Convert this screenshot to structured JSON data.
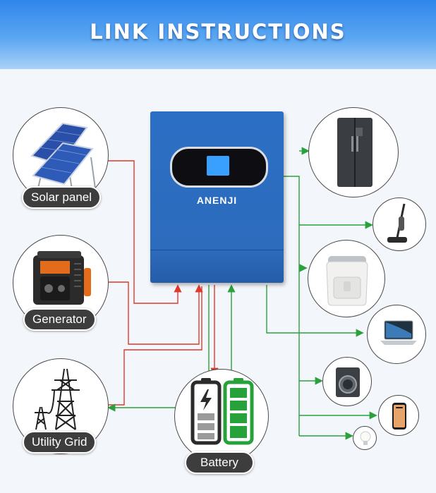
{
  "header": {
    "title": "LINK INSTRUCTIONS"
  },
  "inverter": {
    "brand": "ANENJI"
  },
  "sources": [
    {
      "label": "Solar panel"
    },
    {
      "label": "Generator"
    },
    {
      "label": "Utility Grid"
    }
  ],
  "storage": {
    "label": "Battery"
  },
  "loads": [
    {
      "icon": "refrigerator-icon"
    },
    {
      "icon": "vacuum-cleaner-icon"
    },
    {
      "icon": "air-fryer-icon"
    },
    {
      "icon": "laptop-icon"
    },
    {
      "icon": "washing-machine-icon"
    },
    {
      "icon": "smartphone-icon"
    },
    {
      "icon": "light-bulb-icon"
    }
  ],
  "colors": {
    "input_line": "#e0392c",
    "output_line": "#2aa13c",
    "banner": "#2f86ea",
    "inverter": "#2b6fc4"
  }
}
